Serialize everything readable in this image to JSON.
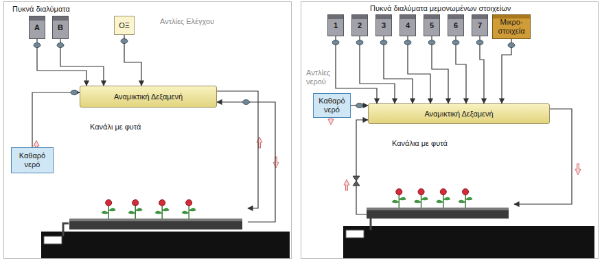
{
  "diagram": {
    "nodes": [
      {
        "text": [
          "Πυκνά διαλύματα"
        ]
      },
      {
        "text": [
          "A"
        ],
        "in": 0
      },
      {
        "text": [
          "B"
        ],
        "in": 0
      },
      {
        "text": [
          "ΟΞ"
        ],
        "in": 0
      },
      {
        "text": [
          "Αναμικτική Δεξαμενή"
        ],
        "in": 0
      },
      {
        "text": [
          "Καθαρό νερό"
        ],
        "in": 0
      },
      {
        "text": [
          "Κανάλι με φυτά"
        ],
        "in": 0
      },
      {
        "text": [
          "Πυκνά διαλύματα μεμονωμένων στοιχείων"
        ]
      },
      {
        "text": [
          "1"
        ],
        "in": 7
      },
      {
        "text": [
          "2"
        ],
        "in": 7
      },
      {
        "text": [
          "3"
        ],
        "in": 7
      },
      {
        "text": [
          "4"
        ],
        "in": 7
      },
      {
        "text": [
          "5"
        ],
        "in": 7
      },
      {
        "text": [
          "6"
        ],
        "in": 7
      },
      {
        "text": [
          "7"
        ],
        "in": 7
      },
      {
        "text": [
          "Μικρο- στοιχεία"
        ],
        "in": 7
      },
      {
        "text": [
          "Καθαρό νερό"
        ],
        "in": 7
      },
      {
        "text": [
          "Αναμικτική Δεξαμενή"
        ],
        "in": 7
      },
      {
        "text": [
          "Κανάλια με φυτά"
        ],
        "in": 7
      }
    ],
    "edges": [
      {
        "from": 1,
        "to": 4,
        "arrow": "to"
      },
      {
        "from": 2,
        "to": 4,
        "arrow": "to"
      },
      {
        "from": 3,
        "to": 4,
        "arrow": "to"
      },
      {
        "from": 5,
        "to": 4,
        "arrow": "to"
      },
      {
        "from": 4,
        "to": 6,
        "arrow": "to"
      },
      {
        "from": 6,
        "to": 4,
        "arrow": "to"
      },
      {
        "from": 8,
        "to": 17,
        "arrow": "to"
      },
      {
        "from": 9,
        "to": 17,
        "arrow": "to"
      },
      {
        "from": 10,
        "to": 17,
        "arrow": "to"
      },
      {
        "from": 11,
        "to": 17,
        "arrow": "to"
      },
      {
        "from": 12,
        "to": 17,
        "arrow": "to"
      },
      {
        "from": 13,
        "to": 17,
        "arrow": "to"
      },
      {
        "from": 14,
        "to": 17,
        "arrow": "to"
      },
      {
        "from": 15,
        "to": 17,
        "arrow": "to"
      },
      {
        "from": 16,
        "to": 17,
        "arrow": "to"
      },
      {
        "from": 17,
        "to": 18,
        "arrow": "to"
      },
      {
        "from": 18,
        "to": 17,
        "arrow": "to"
      }
    ],
    "labels": [
      "Αντλίες Ελέγχου",
      "Αντλίες νερού"
    ]
  }
}
